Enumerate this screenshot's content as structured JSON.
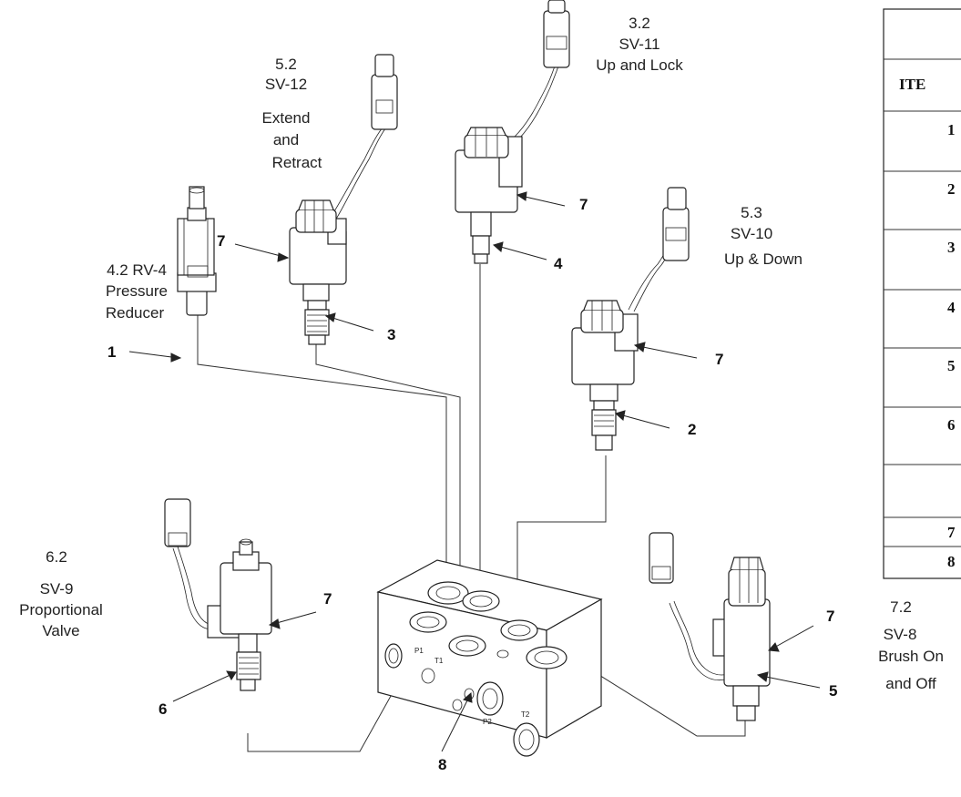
{
  "labels": {
    "sv12": [
      "5.2",
      "SV-12",
      "Extend",
      "and",
      "Retract"
    ],
    "sv11": [
      "3.2",
      "SV-11",
      "Up and Lock"
    ],
    "sv10": [
      "5.3",
      "SV-10",
      "Up & Down"
    ],
    "rv4": [
      "4.2  RV-4",
      "Pressure",
      "Reducer"
    ],
    "sv9": [
      "6.2",
      "SV-9",
      "Proportional",
      "Valve"
    ],
    "sv8": [
      "7.2",
      "SV-8",
      "Brush On",
      "and Off"
    ]
  },
  "callouts": {
    "c1": "1",
    "c2": "2",
    "c3": "3",
    "c4": "4",
    "c5": "5",
    "c6": "6",
    "c7a": "7",
    "c7b": "7",
    "c7c": "7",
    "c7d": "7",
    "c7e": "7",
    "c8": "8"
  },
  "table": {
    "header": "ITE",
    "rows": [
      "1",
      "2",
      "3",
      "4",
      "5",
      "6",
      "7",
      "8"
    ]
  },
  "block_ports": [
    "P1",
    "T1",
    "P2",
    "T2"
  ]
}
